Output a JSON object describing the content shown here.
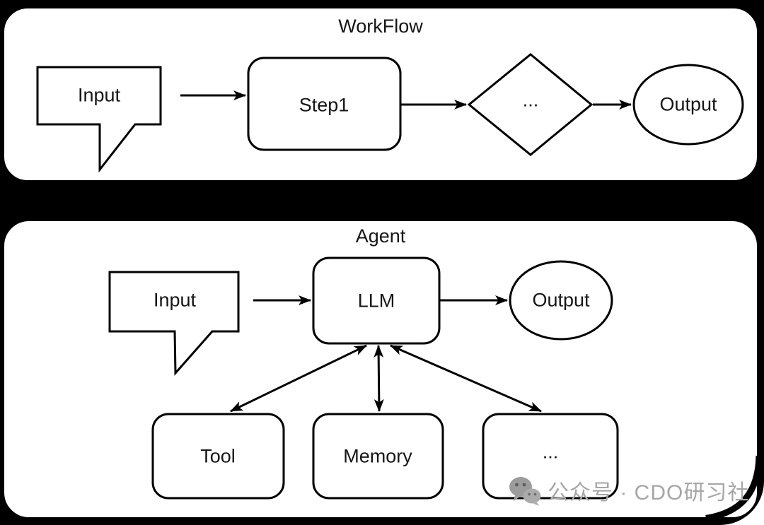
{
  "panels": [
    {
      "title": "WorkFlow",
      "nodes": [
        {
          "id": "input",
          "label": "Input",
          "shape": "speech-bubble"
        },
        {
          "id": "step1",
          "label": "Step1",
          "shape": "rounded-rect"
        },
        {
          "id": "decision",
          "label": "...",
          "shape": "diamond"
        },
        {
          "id": "output",
          "label": "Output",
          "shape": "ellipse"
        }
      ],
      "edges": [
        {
          "from": "Input",
          "to": "Step1",
          "type": "arrow"
        },
        {
          "from": "Step1",
          "to": "...",
          "type": "arrow"
        },
        {
          "from": "...",
          "to": "Output",
          "type": "arrow"
        }
      ]
    },
    {
      "title": "Agent",
      "nodes": [
        {
          "id": "input",
          "label": "Input",
          "shape": "speech-bubble"
        },
        {
          "id": "llm",
          "label": "LLM",
          "shape": "rounded-rect"
        },
        {
          "id": "output",
          "label": "Output",
          "shape": "ellipse"
        },
        {
          "id": "tool",
          "label": "Tool",
          "shape": "rounded-rect"
        },
        {
          "id": "memory",
          "label": "Memory",
          "shape": "rounded-rect"
        },
        {
          "id": "more",
          "label": "...",
          "shape": "rounded-rect"
        }
      ],
      "edges": [
        {
          "from": "Input",
          "to": "LLM",
          "type": "arrow"
        },
        {
          "from": "LLM",
          "to": "Output",
          "type": "arrow"
        },
        {
          "from": "LLM",
          "to": "Tool",
          "type": "double-arrow"
        },
        {
          "from": "LLM",
          "to": "Memory",
          "type": "double-arrow"
        },
        {
          "from": "LLM",
          "to": "...",
          "type": "double-arrow"
        }
      ]
    }
  ],
  "watermark": {
    "icon": "wechat-icon",
    "text": "公众号 · CDO研习社"
  },
  "colors": {
    "background": "#000000",
    "panel": "#ffffff",
    "stroke": "#000000",
    "watermark_gray": "#a6a6a6"
  }
}
